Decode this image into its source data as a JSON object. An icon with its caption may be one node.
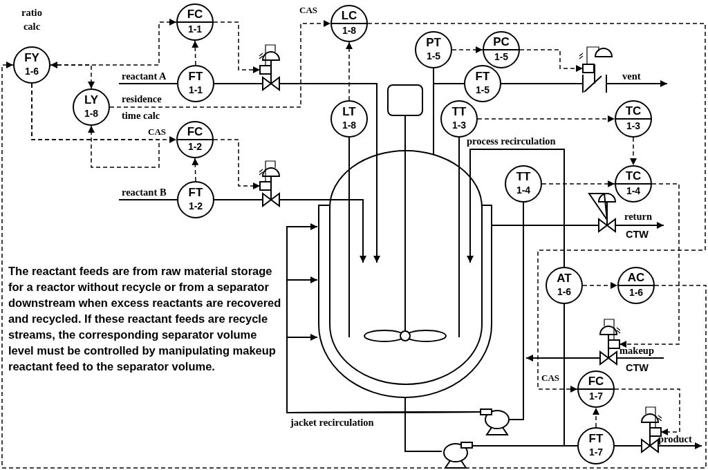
{
  "diagram": {
    "nodes": [
      {
        "text": [
          "FY",
          "1-6"
        ],
        "beside": [
          "ratio calc"
        ]
      },
      {
        "text": [
          "FC",
          "1-1"
        ]
      },
      {
        "text": [
          "FT",
          "1-1"
        ]
      },
      {
        "text": [
          "LY",
          "1-8"
        ],
        "beside": [
          "residence time calc"
        ]
      },
      {
        "text": [
          "FC",
          "1-2"
        ],
        "beside": [
          "CAS"
        ]
      },
      {
        "text": [
          "FT",
          "1-2"
        ]
      },
      {
        "text": [
          "LC",
          "1-8"
        ],
        "beside": [
          "CAS"
        ]
      },
      {
        "text": [
          "PT",
          "1-5"
        ]
      },
      {
        "text": [
          "PC",
          "1-5"
        ]
      },
      {
        "text": [
          "FT",
          "1-5"
        ]
      },
      {
        "text": [
          "LT",
          "1-8"
        ]
      },
      {
        "text": [
          "TT",
          "1-3"
        ]
      },
      {
        "text": [
          "TC",
          "1-3"
        ]
      },
      {
        "text": [
          "TT",
          "1-4"
        ]
      },
      {
        "text": [
          "TC",
          "1-4"
        ]
      },
      {
        "text": [
          "AT",
          "1-6"
        ]
      },
      {
        "text": [
          "AC",
          "1-6"
        ]
      },
      {
        "text": [
          "FC",
          "1-7"
        ],
        "beside": [
          "CAS"
        ]
      },
      {
        "text": [
          "FT",
          "1-7"
        ]
      },
      {
        "text": [],
        "shape": "box"
      },
      {
        "text": [],
        "shape": "vessel"
      },
      {
        "text": [],
        "shape": "valve"
      },
      {
        "text": [],
        "shape": "valve"
      },
      {
        "text": [],
        "shape": "valve"
      },
      {
        "text": [],
        "shape": "valve"
      },
      {
        "text": [],
        "shape": "valve"
      },
      {
        "text": [],
        "shape": "valve"
      },
      {
        "text": [],
        "shape": "pump"
      },
      {
        "text": [],
        "shape": "pump"
      }
    ],
    "edges": [
      {
        "from": 0,
        "to": 1,
        "arrow": "both",
        "style": "dashed"
      },
      {
        "from": 0,
        "to": 3,
        "arrow": "to",
        "style": "dashed"
      },
      {
        "from": 0,
        "to": 4,
        "arrow": "to",
        "style": "dashed"
      },
      {
        "from": 0,
        "to": 3,
        "arrow": "to",
        "style": "dashed"
      },
      {
        "from": 2,
        "to": 1,
        "arrow": "to",
        "style": "dashed"
      },
      {
        "from": 5,
        "to": 4,
        "arrow": "to",
        "style": "dashed"
      },
      {
        "from": 1,
        "to": 21,
        "arrow": "to",
        "style": "dashed"
      },
      {
        "from": 4,
        "to": 22,
        "arrow": "to",
        "style": "dashed"
      },
      {
        "from": 3,
        "to": 6,
        "arrow": "to",
        "style": "dashed"
      },
      {
        "from": 10,
        "to": 6,
        "arrow": "to",
        "style": "dashed"
      },
      {
        "from": 7,
        "to": 8,
        "arrow": "to",
        "style": "dashed"
      },
      {
        "from": 8,
        "to": 23,
        "arrow": "to",
        "style": "dashed"
      },
      {
        "from": 11,
        "to": 12,
        "arrow": "to",
        "style": "dashed"
      },
      {
        "from": 12,
        "to": 14,
        "arrow": "to",
        "style": "dashed"
      },
      {
        "from": 13,
        "to": 14,
        "arrow": "to",
        "style": "dashed"
      },
      {
        "from": 14,
        "to": 25,
        "arrow": "to",
        "style": "dashed"
      },
      {
        "from": 15,
        "to": 16,
        "arrow": "to",
        "style": "dashed"
      },
      {
        "from": 6,
        "to": 17,
        "arrow": "to",
        "style": "dashed"
      },
      {
        "from": 16,
        "to": 0,
        "arrow": "to",
        "style": "dashed"
      },
      {
        "from": 18,
        "to": 17,
        "arrow": "to",
        "style": "dashed"
      },
      {
        "from": 17,
        "to": 26,
        "arrow": "to",
        "style": "dashed"
      },
      {
        "from": null,
        "to": 2,
        "arrow": "none",
        "label": "reactant A"
      },
      {
        "from": 2,
        "to": 21,
        "arrow": "none"
      },
      {
        "from": 21,
        "to": 20,
        "arrow": "to"
      },
      {
        "from": null,
        "to": 5,
        "arrow": "none",
        "label": "reactant B"
      },
      {
        "from": 5,
        "to": 22,
        "arrow": "none"
      },
      {
        "from": 22,
        "to": 20,
        "arrow": "to"
      },
      {
        "from": 7,
        "to": 20,
        "arrow": "none"
      },
      {
        "from": 20,
        "to": 9,
        "arrow": "none"
      },
      {
        "from": 9,
        "to": 23,
        "arrow": "none"
      },
      {
        "from": 23,
        "to": null,
        "arrow": "to",
        "label": "vent"
      },
      {
        "from": 10,
        "to": 20,
        "arrow": "none"
      },
      {
        "from": 11,
        "to": 20,
        "arrow": "none"
      },
      {
        "from": 19,
        "to": 20,
        "arrow": "none"
      },
      {
        "from": 20,
        "to": 24,
        "arrow": "none"
      },
      {
        "from": 24,
        "to": null,
        "arrow": "to",
        "label": "return"
      },
      {
        "from": null,
        "to": 25,
        "arrow": "none",
        "label": "makeup"
      },
      {
        "from": 25,
        "to": null,
        "arrow": "to"
      },
      {
        "from": 20,
        "to": 27,
        "arrow": "none"
      },
      {
        "from": 27,
        "to": 18,
        "arrow": "none"
      },
      {
        "from": 27,
        "to": 15,
        "arrow": "none"
      },
      {
        "from": 15,
        "to": 20,
        "arrow": "to",
        "label": "process recirculation"
      },
      {
        "from": 18,
        "to": 26,
        "arrow": "none"
      },
      {
        "from": 26,
        "to": null,
        "arrow": "to",
        "label": "product"
      },
      {
        "from": 13,
        "to": 28,
        "arrow": "none"
      },
      {
        "from": 28,
        "to": 20,
        "arrow": "to",
        "label": "jacket recirculation"
      },
      {
        "from": 28,
        "to": 20,
        "arrow": "to"
      },
      {
        "from": 28,
        "to": 20,
        "arrow": "to"
      }
    ],
    "labels": [
      "CTW",
      "The reactant feeds are from raw material storage for a reactor without recycle or from a separator downstream when excess reactants are recovered and recycled. If these reactant feeds are recycle streams, the corresponding separator volume level must be controlled by manipulating makeup reactant feed to the separator volume.",
      "CTW"
    ]
  }
}
